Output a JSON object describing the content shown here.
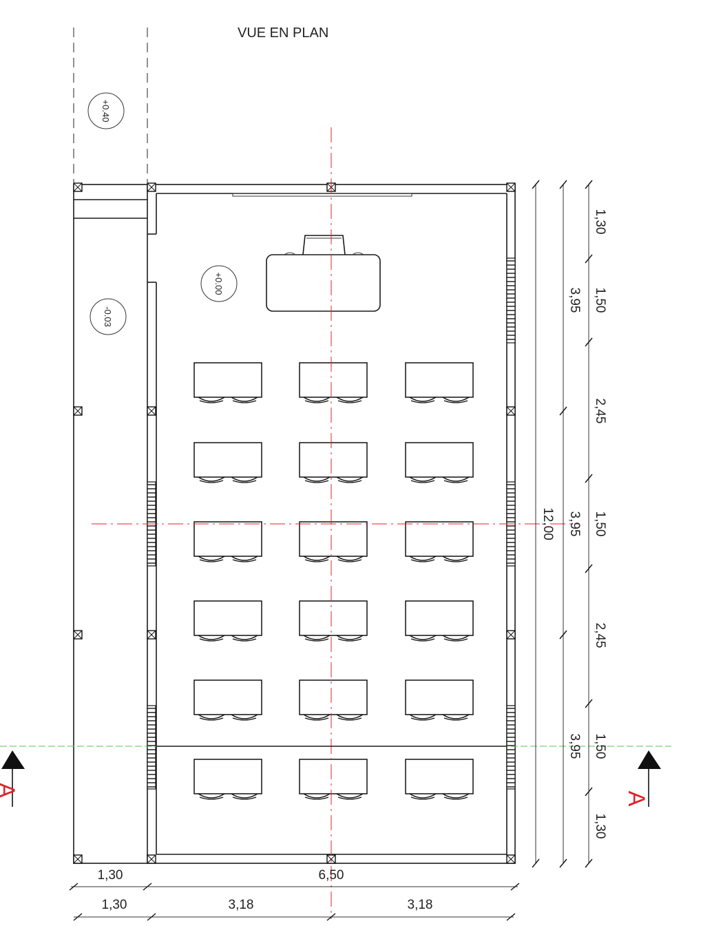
{
  "title": "VUE EN PLAN",
  "levels": [
    "+0.40",
    "-0.03",
    "+0.00"
  ],
  "section_marker": "A",
  "dims_vertical_outer": [
    "12,00"
  ],
  "dims_vertical_mid": [
    "3,95",
    "3,95",
    "3,95"
  ],
  "dims_vertical_inner": [
    "1,30",
    "1,50",
    "2,45",
    "1,50",
    "2,45",
    "1,50",
    "1,30"
  ],
  "dims_bottom_row1": [
    "1,30",
    "6,50"
  ],
  "dims_bottom_row2": [
    "1,30",
    "3,18",
    "3,18"
  ],
  "colors": {
    "axis": "#e0202a",
    "section_line": "#55c055",
    "ink": "#1a1a1a"
  }
}
